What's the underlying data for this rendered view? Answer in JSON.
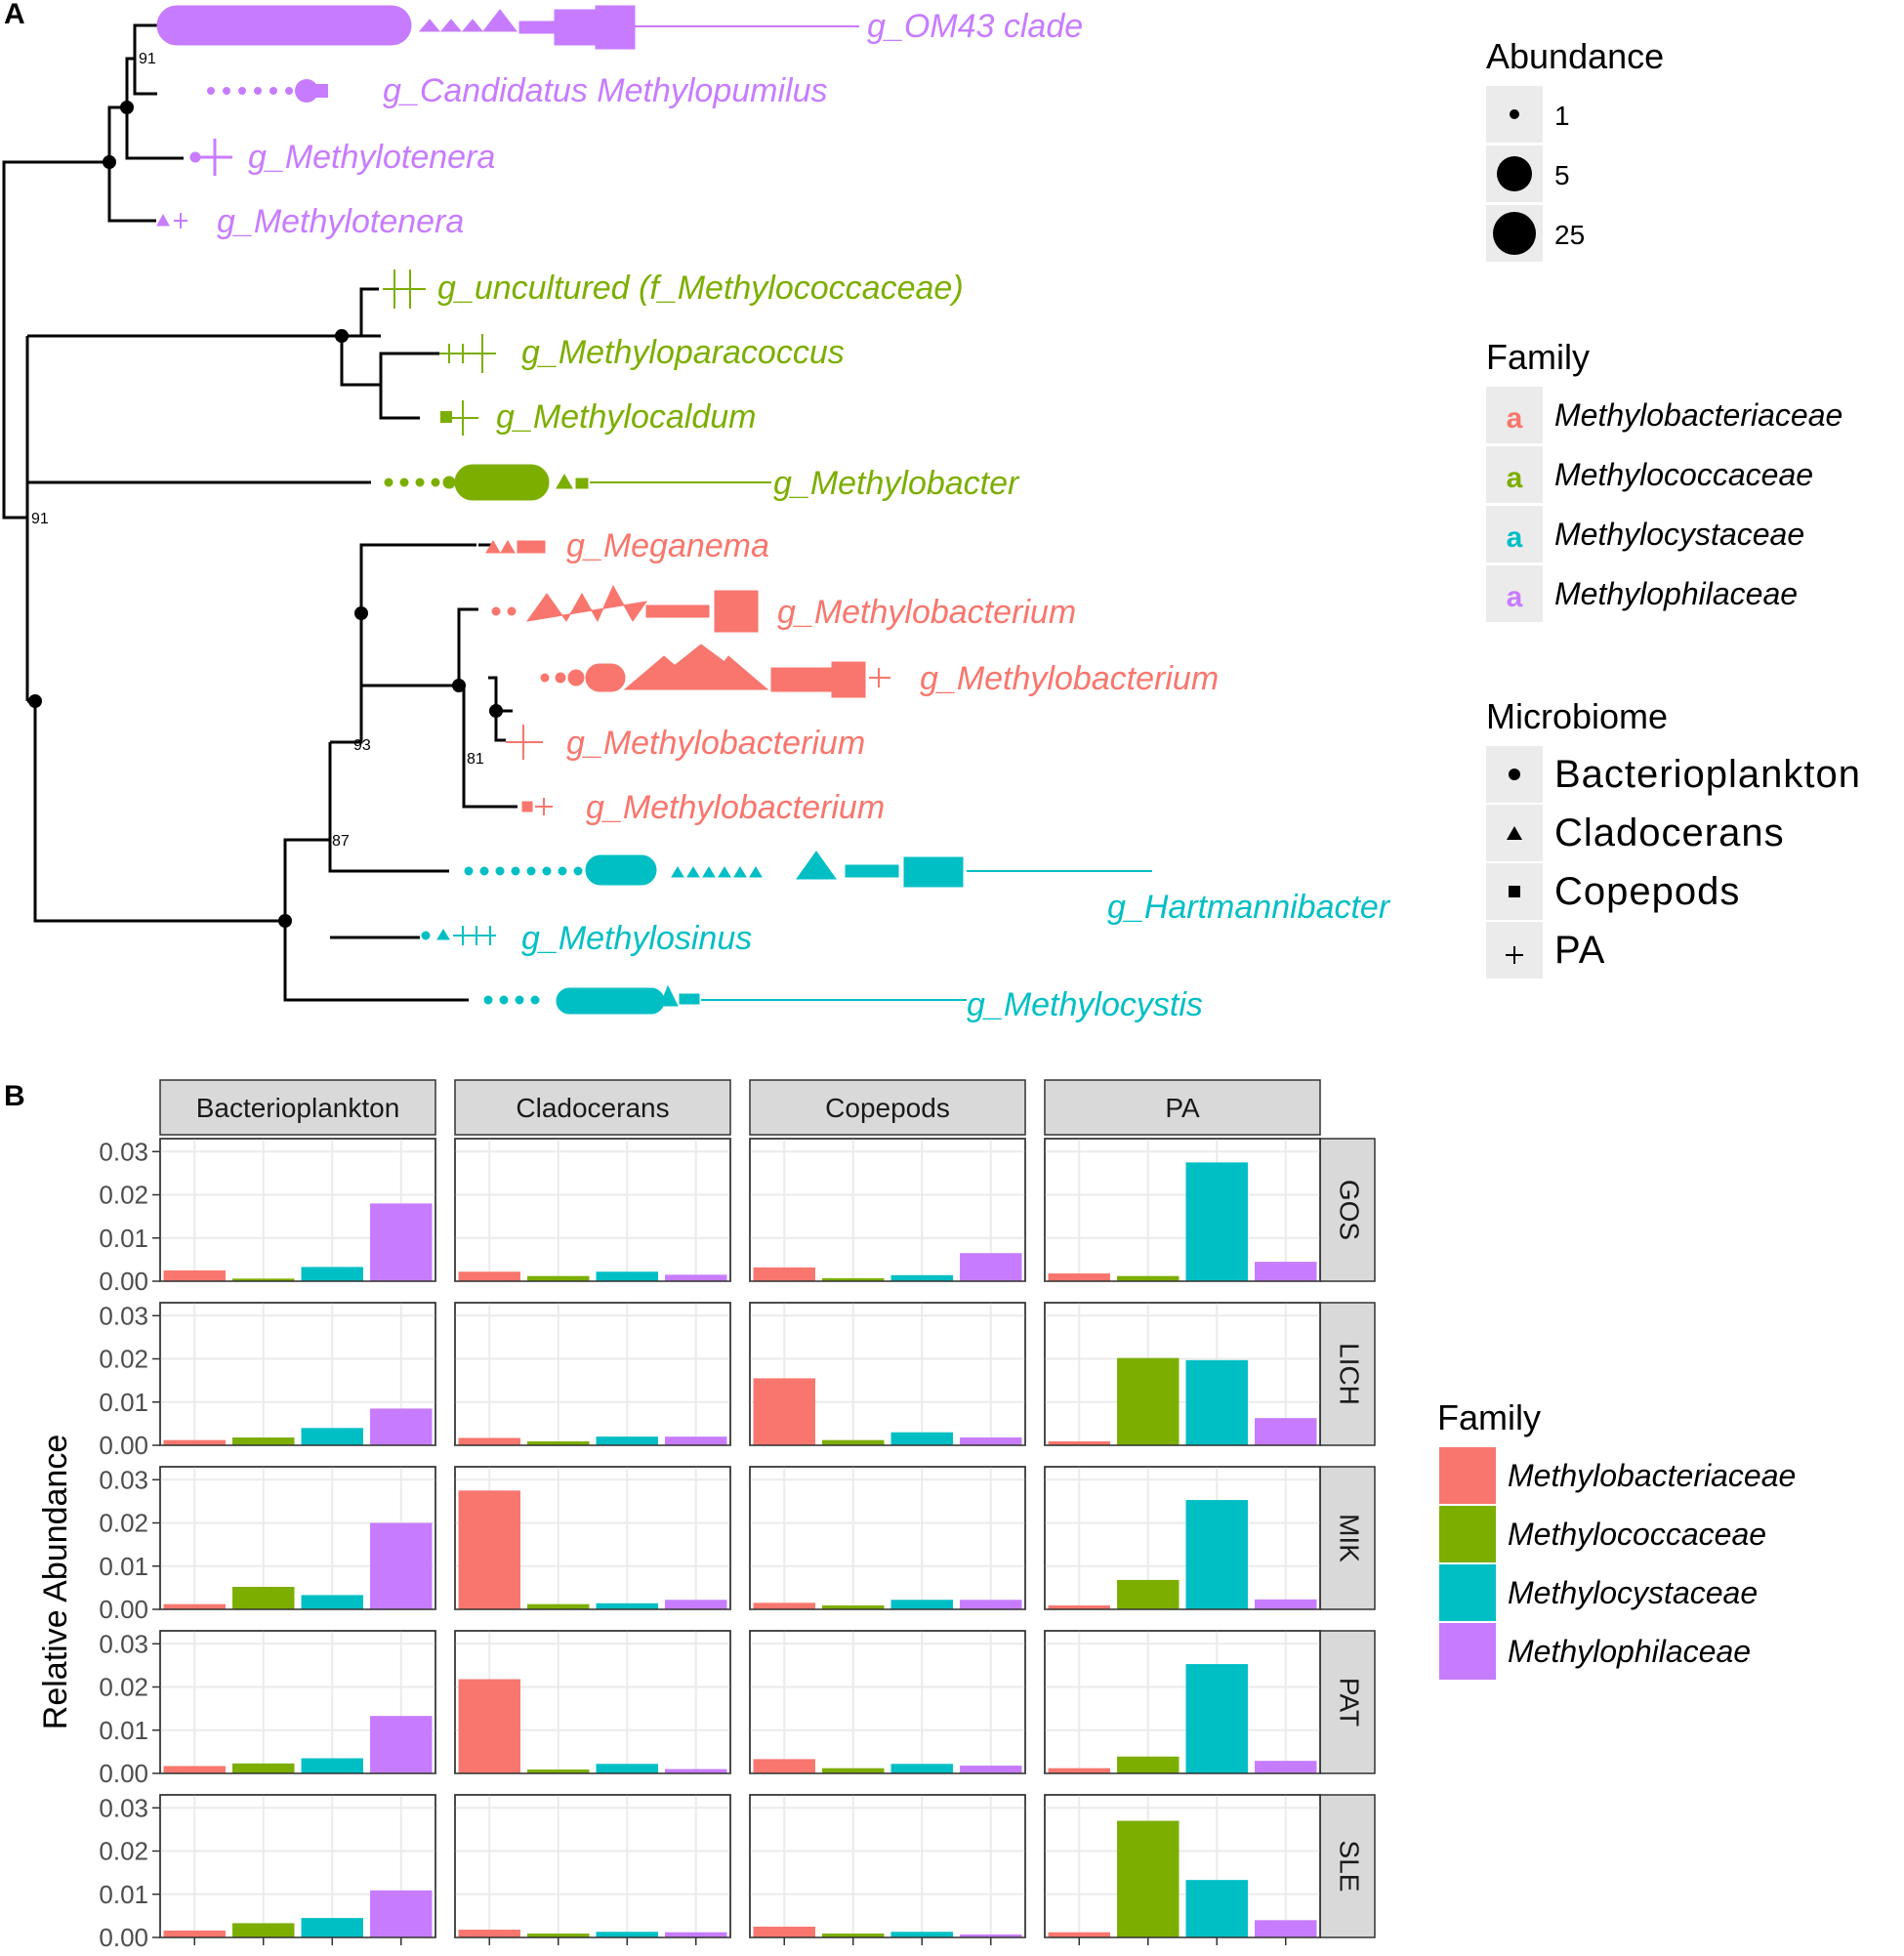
{
  "colors": {
    "Methylobacteriaceae": "#F8766D",
    "Methylococcaceae": "#7CAE00",
    "Methylocystaceae": "#00BFC4",
    "Methylophilaceae": "#C77CFF"
  },
  "panel_a": {
    "tag": "A",
    "node_labels": [
      "91",
      "91",
      "93",
      "81",
      "87"
    ],
    "tips": [
      {
        "label": "g_OM43 clade",
        "family": "Methylophilaceae"
      },
      {
        "label": "g_Candidatus Methylopumilus",
        "family": "Methylophilaceae"
      },
      {
        "label": "g_Methylotenera",
        "family": "Methylophilaceae"
      },
      {
        "label": "g_Methylotenera",
        "family": "Methylophilaceae"
      },
      {
        "label": "g_uncultured (f_Methylococcaceae)",
        "family": "Methylococcaceae"
      },
      {
        "label": "g_Methyloparacoccus",
        "family": "Methylococcaceae"
      },
      {
        "label": "g_Methylocaldum",
        "family": "Methylococcaceae"
      },
      {
        "label": "g_Methylobacter",
        "family": "Methylococcaceae"
      },
      {
        "label": "g_Meganema",
        "family": "Methylobacteriaceae"
      },
      {
        "label": "g_Methylobacterium",
        "family": "Methylobacteriaceae"
      },
      {
        "label": "g_Methylobacterium",
        "family": "Methylobacteriaceae"
      },
      {
        "label": "g_Methylobacterium",
        "family": "Methylobacteriaceae"
      },
      {
        "label": "g_Methylobacterium",
        "family": "Methylobacteriaceae"
      },
      {
        "label": "g_Hartmannibacter",
        "family": "Methylocystaceae"
      },
      {
        "label": "g_Methylosinus",
        "family": "Methylocystaceae"
      },
      {
        "label": "g_Methylocystis",
        "family": "Methylocystaceae"
      }
    ],
    "legend": {
      "abundance_title": "Abundance",
      "abundance_values": [
        "1",
        "5",
        "25"
      ],
      "family_title": "Family",
      "family_items": [
        "Methylobacteriaceae",
        "Methylococcaceae",
        "Methylocystaceae",
        "Methylophilaceae"
      ],
      "microbiome_title": "Microbiome",
      "microbiome_items": [
        {
          "label": "Bacterioplankton",
          "icon": "circle-icon"
        },
        {
          "label": "Cladocerans",
          "icon": "triangle-icon"
        },
        {
          "label": "Copepods",
          "icon": "square-icon"
        },
        {
          "label": "PA",
          "icon": "plus-icon"
        }
      ]
    }
  },
  "panel_b": {
    "tag": "B"
  },
  "chart_data": {
    "type": "bar",
    "ylabel": "Relative Abundance",
    "xlabel": "",
    "ylim": [
      0,
      0.033
    ],
    "yticks": [
      "0.00",
      "0.01",
      "0.02",
      "0.03"
    ],
    "ytick_values": [
      0,
      0.01,
      0.02,
      0.03
    ],
    "grid": true,
    "legend_title": "Family",
    "legend_position": "right",
    "categories": [
      "Methylobacteriaceae",
      "Methylococcaceae",
      "Methylocystaceae",
      "Methylophilaceae"
    ],
    "facet_columns": [
      "Bacterioplankton",
      "Cladocerans",
      "Copepods",
      "PA"
    ],
    "facet_rows": [
      "GOS",
      "LICH",
      "MIK",
      "PAT",
      "SLE"
    ],
    "values": [
      [
        [
          0.0025,
          0.0006,
          0.0033,
          0.018
        ],
        [
          0.0022,
          0.0012,
          0.0022,
          0.0015
        ],
        [
          0.0032,
          0.0007,
          0.0014,
          0.0065
        ],
        [
          0.0018,
          0.0012,
          0.0275,
          0.0045
        ]
      ],
      [
        [
          0.0012,
          0.0018,
          0.004,
          0.0085
        ],
        [
          0.0017,
          0.0009,
          0.002,
          0.002
        ],
        [
          0.0155,
          0.0012,
          0.003,
          0.0018
        ],
        [
          0.0009,
          0.0202,
          0.0197,
          0.0063
        ]
      ],
      [
        [
          0.0012,
          0.0052,
          0.0033,
          0.02
        ],
        [
          0.0275,
          0.0012,
          0.0014,
          0.0022
        ],
        [
          0.0015,
          0.0009,
          0.0022,
          0.0022
        ],
        [
          0.0009,
          0.0068,
          0.0253,
          0.0023
        ]
      ],
      [
        [
          0.0017,
          0.0023,
          0.0035,
          0.0133
        ],
        [
          0.0218,
          0.0009,
          0.0022,
          0.001
        ],
        [
          0.0033,
          0.0012,
          0.0022,
          0.0018
        ],
        [
          0.0012,
          0.0039,
          0.0253,
          0.0029
        ]
      ],
      [
        [
          0.0016,
          0.0033,
          0.0045,
          0.0109
        ],
        [
          0.0018,
          0.0009,
          0.0013,
          0.0012
        ],
        [
          0.0025,
          0.0009,
          0.0013,
          0.0007
        ],
        [
          0.0012,
          0.027,
          0.0133,
          0.004
        ]
      ]
    ]
  }
}
